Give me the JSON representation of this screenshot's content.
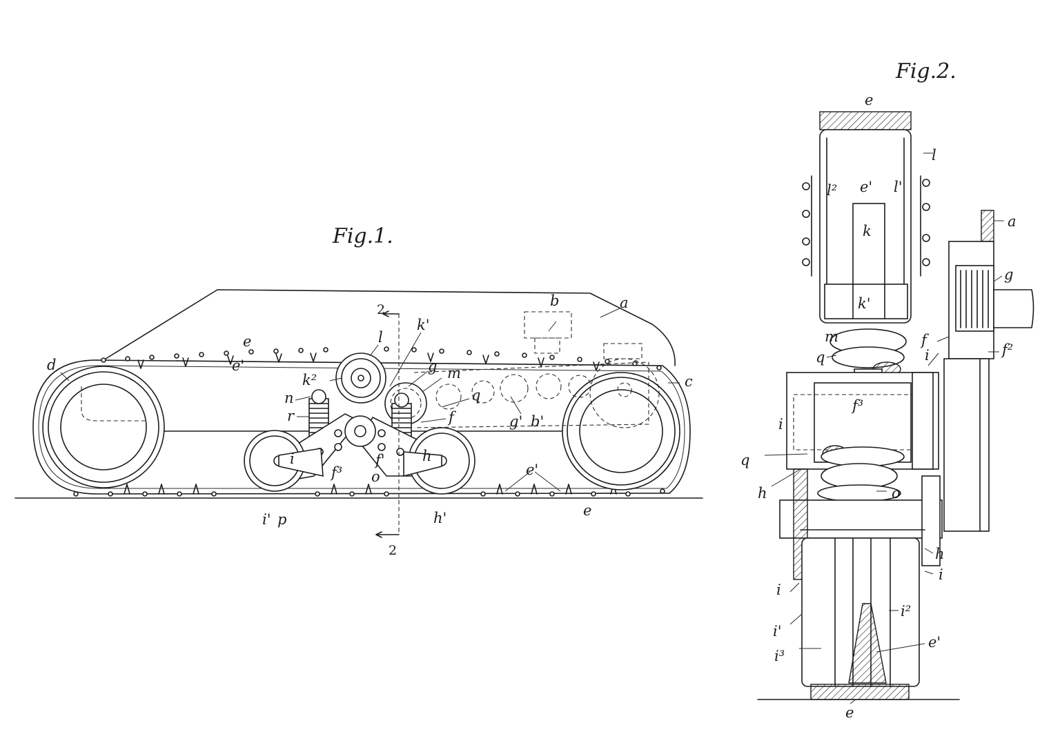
{
  "fig1": {
    "title": "Fig.1.",
    "section_top": "2",
    "section_bottom": "2",
    "labels": {
      "a": "a",
      "b": "b",
      "b1": "b'",
      "c": "c",
      "d": "d",
      "e_top": "e",
      "e1_top": "e'",
      "e_bottom": "e",
      "e1_bottom": "e'",
      "l": "l",
      "k1": "k'",
      "k2": "k²",
      "g": "g",
      "m": "m",
      "n": "n",
      "q": "q",
      "r": "r",
      "f": "f",
      "f1": "f'",
      "f3": "f³",
      "g1": "g'",
      "i": "i",
      "i1": "i'",
      "p": "p",
      "o": "o",
      "h": "h",
      "h1": "h'"
    }
  },
  "fig2": {
    "title": "Fig.2.",
    "labels": {
      "e_top": "e",
      "l": "l",
      "l1": "l'",
      "l2": "l²",
      "e1_top": "e'",
      "k": "k",
      "k1": "k'",
      "m": "m",
      "q_top": "q",
      "a": "a",
      "g": "g",
      "f": "f",
      "f2": "f²",
      "i_right": "i",
      "f3": "f³",
      "i_left": "i",
      "q_left": "q",
      "h_left": "h",
      "o": "o",
      "h_right": "h",
      "i_low_left": "i",
      "i_low_right": "i",
      "i1": "i'",
      "i2": "i²",
      "i3": "i³",
      "e1_bottom": "e'",
      "e_bottom": "e"
    }
  }
}
